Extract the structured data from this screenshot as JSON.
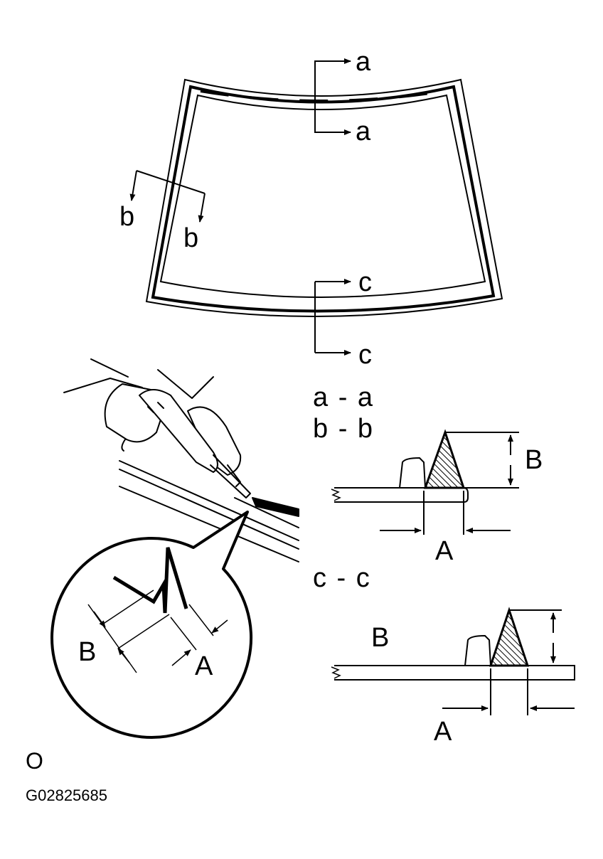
{
  "colors": {
    "line": "#000000",
    "background": "#ffffff"
  },
  "windshield": {
    "section_markers": {
      "top_1": "a",
      "top_2": "a",
      "left_1": "b",
      "left_2": "b",
      "bottom_1": "c",
      "bottom_2": "c"
    }
  },
  "sections": {
    "upper_title_1": "a - a",
    "upper_title_2": "b - b",
    "upper_dim_height": "B",
    "upper_dim_width": "A",
    "lower_title": "c - c",
    "lower_dim_height": "B",
    "lower_dim_width": "A"
  },
  "detail": {
    "dim_b": "B",
    "dim_a": "A"
  },
  "footer": {
    "marker": "O",
    "figure_code": "G02825685"
  }
}
